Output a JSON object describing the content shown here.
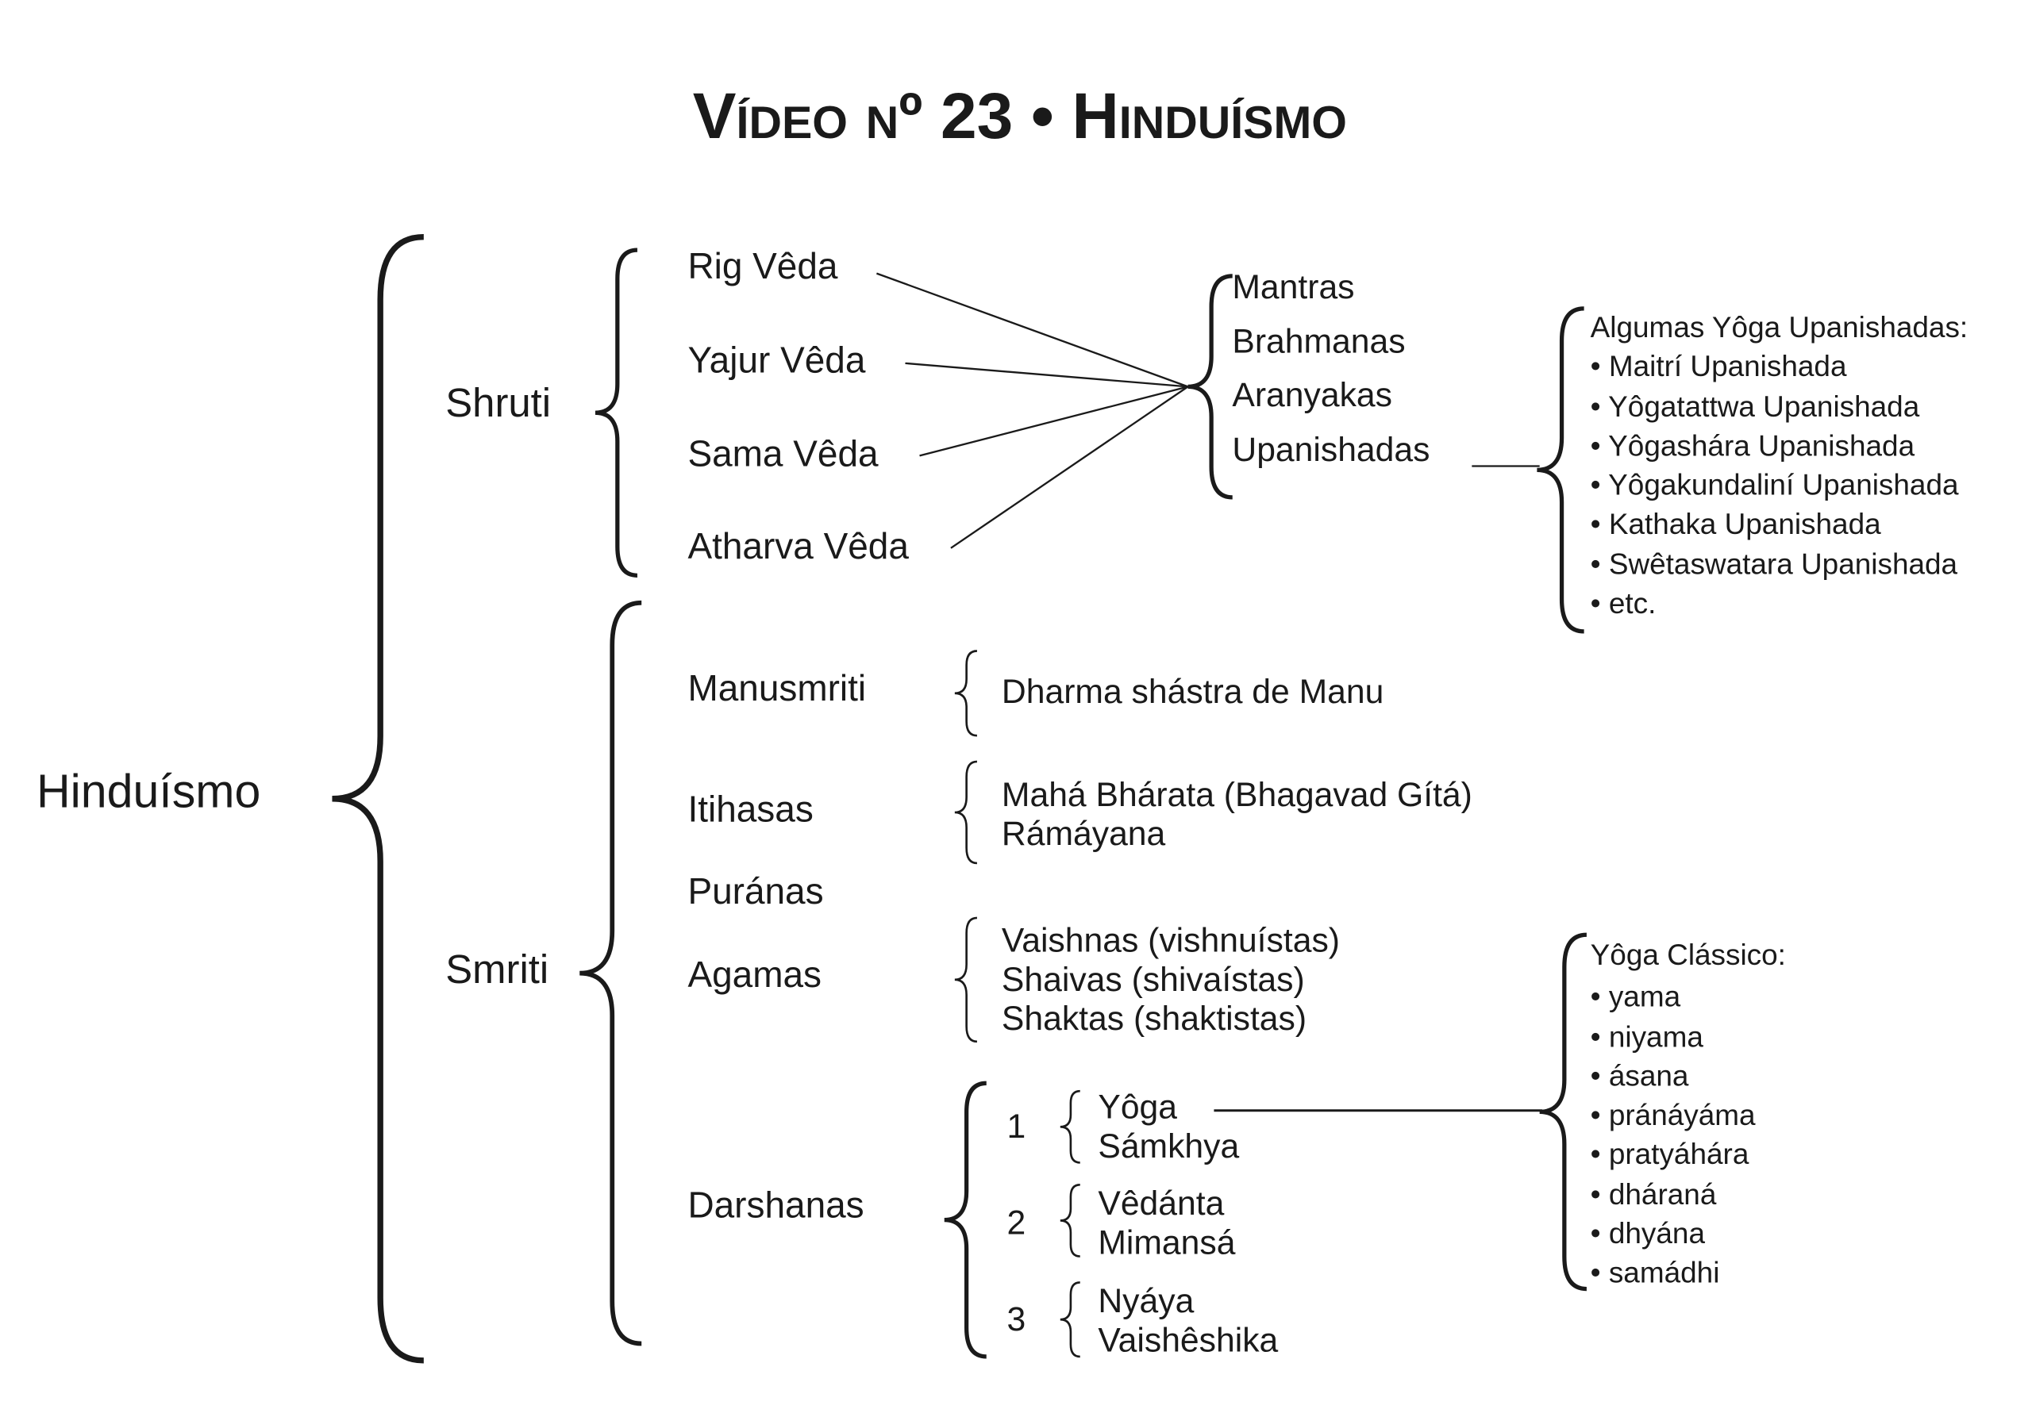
{
  "title": "Vídeo nº 23 • Hinduísmo",
  "root": "Hinduísmo",
  "shruti": {
    "label": "Shruti",
    "vedas": [
      "Rig Vêda",
      "Yajur Vêda",
      "Sama Vêda",
      "Atharva Vêda"
    ],
    "parts": [
      "Mantras",
      "Brahmanas",
      "Aranyakas",
      "Upanishadas"
    ],
    "upanishadas_heading": "Algumas Yôga Upanishadas:",
    "upanishadas": [
      "• Maitrí Upanishada",
      "• Yôgatattwa Upanishada",
      "• Yôgashára Upanishada",
      "• Yôgakundaliní Upanishada",
      "• Kathaka Upanishada",
      "• Swêtaswatara Upanishada",
      "• etc."
    ]
  },
  "smriti": {
    "label": "Smriti",
    "manusmriti": {
      "label": "Manusmriti",
      "items": [
        "Dharma shástra de Manu"
      ]
    },
    "itihasas": {
      "label": "Itihasas",
      "items": [
        "Mahá Bhárata (Bhagavad Gítá)",
        "Rámáyana"
      ]
    },
    "puranas": {
      "label": "Puránas"
    },
    "agamas": {
      "label": "Agamas",
      "items": [
        "Vaishnas (vishnuístas)",
        "Shaivas (shivaístas)",
        "Shaktas (shaktistas)"
      ]
    },
    "darshanas": {
      "label": "Darshanas",
      "groups": [
        {
          "num": "1",
          "items": [
            "Yôga",
            "Sámkhya"
          ]
        },
        {
          "num": "2",
          "items": [
            "Vêdánta",
            "Mimansá"
          ]
        },
        {
          "num": "3",
          "items": [
            "Nyáya",
            "Vaishêshika"
          ]
        }
      ]
    },
    "yoga_classico_heading": "Yôga Clássico:",
    "yoga_classico": [
      "• yama",
      "• niyama",
      "• ásana",
      "• pránáyáma",
      "• pratyáhára",
      "• dháraná",
      "• dhyána",
      "• samádhi"
    ]
  }
}
